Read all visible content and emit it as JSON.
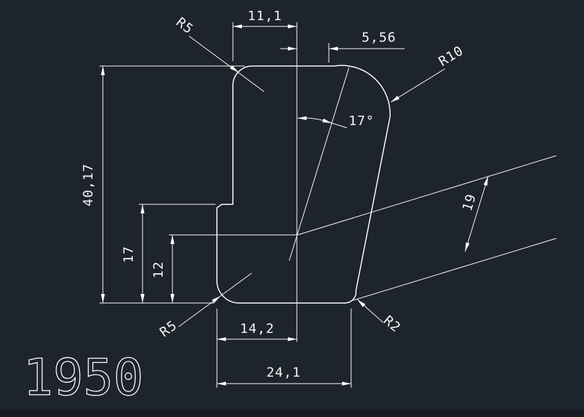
{
  "canvas": {
    "background_color": "#1e242c",
    "bottom_strip_color": "#181d25",
    "line_color": "#ffffff"
  },
  "drawing": {
    "part_number": "1950",
    "dimensions": {
      "top_width": "11,1",
      "top_offset": "5,56",
      "overall_height": "40,17",
      "step_height": "17",
      "center_height": "12",
      "bottom_inner_width": "14,2",
      "bottom_overall_width": "24,1",
      "slant_length": "19",
      "angle": "17°",
      "radius_top_left": "R5",
      "radius_top_right": "R10",
      "radius_bottom_left": "R5",
      "radius_bottom_right": "R2"
    }
  }
}
